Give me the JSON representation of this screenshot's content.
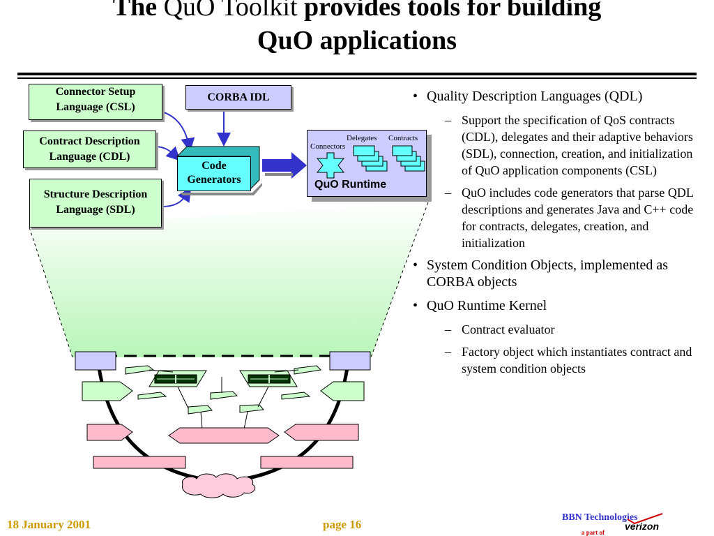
{
  "title": {
    "part1": "The",
    "part2": "QuO Toolkit",
    "part3": "provides tools for building",
    "line2": "QuO applications"
  },
  "diagram": {
    "csl_box": {
      "line1": "Connector Setup",
      "line2": "Language (CSL)"
    },
    "cdl_box": {
      "line1": "Contract Description",
      "line2": "Language (CDL)"
    },
    "sdl_box": {
      "line1": "Structure Description",
      "line2": "Language (SDL)"
    },
    "idl_box": "CORBA IDL",
    "code_box": {
      "line1": "Code",
      "line2": "Generators"
    },
    "runtime": {
      "label": "QuO Runtime",
      "delegates": "Delegates",
      "contracts": "Contracts",
      "connectors": "Connectors"
    }
  },
  "bullets": {
    "qdl": "Quality Description Languages (QDL)",
    "qdl_sub1": "Support the specification of QoS contracts (CDL), delegates and their adaptive behaviors (SDL), connection, creation, and initialization of QuO application components (CSL)",
    "qdl_sub2": "QuO includes code generators that parse QDL descriptions and generates Java and C++ code for contracts, delegates, creation, and initialization",
    "sco": "System Condition Objects, implemented as CORBA objects",
    "kernel": "QuO Runtime Kernel",
    "kernel_sub1": "Contract evaluator",
    "kernel_sub2": "Factory object which instantiates contract and system condition objects"
  },
  "footer": {
    "date": "18 January 2001",
    "page": "page 16",
    "company": "BBN Technologies",
    "part_of": "a part of",
    "logo": "verizon"
  },
  "colors": {
    "green_box": "#ccffcc",
    "blue_box": "#ccccff",
    "cyan_box": "#66ffff",
    "pink_shape": "#ffbbcc",
    "arrow_blue": "#3333cc",
    "footer_gold": "#cc9900"
  }
}
